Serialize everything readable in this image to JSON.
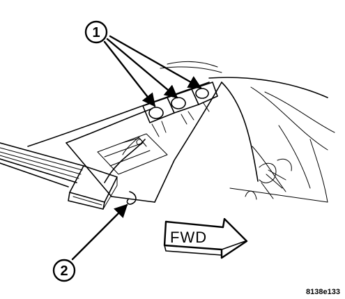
{
  "callouts": [
    {
      "label": "1"
    },
    {
      "label": "2"
    }
  ],
  "direction_arrow": {
    "label": "FWD"
  },
  "figure_id": "8138e133"
}
